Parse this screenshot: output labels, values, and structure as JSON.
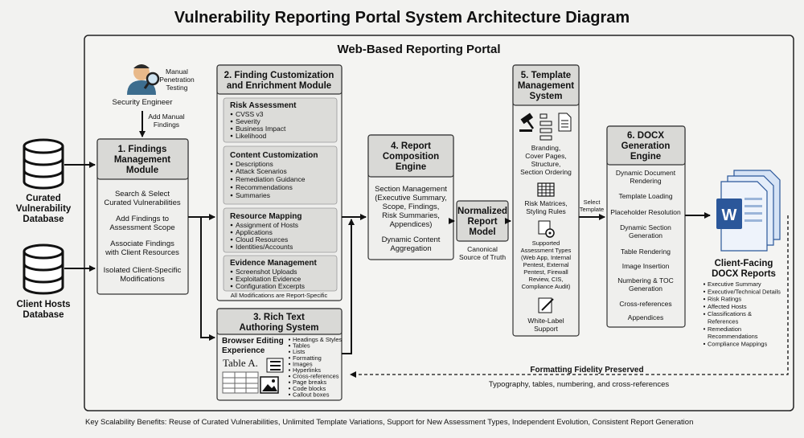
{
  "title": "Vulnerability Reporting Portal System Architecture Diagram",
  "portal": {
    "title": "Web-Based Reporting Portal"
  },
  "actor": {
    "label": "Security Engineer",
    "activity": [
      "Manual",
      "Penetration",
      "Testing"
    ],
    "arrow_label": [
      "Add Manual",
      "Findings"
    ]
  },
  "databases": [
    {
      "label": [
        "Curated",
        "Vulnerability",
        "Database"
      ]
    },
    {
      "label": [
        "Client Hosts",
        "Database"
      ]
    }
  ],
  "module1": {
    "title": [
      "1. Findings",
      "Management",
      "Module"
    ],
    "items": [
      [
        "Search & Select",
        "Curated Vulnerabilities"
      ],
      [
        "Add Findings to",
        "Assessment Scope"
      ],
      [
        "Associate Findings",
        "with Client Resources"
      ],
      [
        "Isolated Client-Specific",
        "Modifications"
      ]
    ]
  },
  "module2": {
    "title": [
      "2. Finding Customization",
      "and Enrichment Module"
    ],
    "sections": [
      {
        "title": "Risk Assessment",
        "items": [
          "CVSS v3",
          "Severity",
          "Business Impact",
          "Likelihood"
        ]
      },
      {
        "title": "Content Customization",
        "items": [
          "Descriptions",
          "Attack Scenarios",
          "Remediation Guidance",
          "Recommendations",
          "Summaries"
        ]
      },
      {
        "title": "Resource Mapping",
        "items": [
          "Assignment of Hosts",
          "Applications",
          "Cloud Resources",
          "Identities/Accounts"
        ]
      },
      {
        "title": "Evidence Management",
        "items": [
          "Screenshot Uploads",
          "Exploitation Evidence",
          "Configuration Excerpts"
        ]
      }
    ],
    "footer": "All Modifications are Report-Specific"
  },
  "module3": {
    "title": [
      "3. Rich Text",
      "Authoring System"
    ],
    "subtitle": [
      "Browser Editing",
      "Experience"
    ],
    "sample": "Table A.",
    "items": [
      "Headings & Styles",
      "Tables",
      "Lists",
      "Formatting",
      "Images",
      "Hyperlinks",
      "Cross-references",
      "Page breaks",
      "Code blocks",
      "Callout boxes"
    ]
  },
  "module4": {
    "title": [
      "4. Report",
      "Composition",
      "Engine"
    ],
    "items": [
      [
        "Section Management",
        "(Executive Summary,",
        "Scope, Findings,",
        "Risk Summaries,",
        "Appendices)"
      ],
      [
        "Dynamic Content",
        "Aggregation"
      ]
    ]
  },
  "model": {
    "title": [
      "Normalized",
      "Report",
      "Model"
    ],
    "caption": [
      "Canonical",
      "Source of Truth"
    ]
  },
  "module5": {
    "title": [
      "5. Template",
      "Management",
      "System"
    ],
    "items": [
      [
        "Branding,",
        "Cover Pages,",
        "Structure,",
        "Section Ordering"
      ],
      [
        "Risk Matrices,",
        "Styling Rules"
      ],
      [
        "Supported",
        "Assessment Types",
        "(Web App, Internal",
        "Pentest, External",
        "Pentest, Firewall",
        "Review, CIS,",
        "Compliance Audit)"
      ],
      [
        "White-Label",
        "Support"
      ]
    ],
    "arrow_label": [
      "Select",
      "Template"
    ]
  },
  "module6": {
    "title": [
      "6. DOCX",
      "Generation",
      "Engine"
    ],
    "items": [
      [
        "Dynamic Document",
        "Rendering"
      ],
      [
        "Template Loading"
      ],
      [
        "Placeholder Resolution"
      ],
      [
        "Dynamic Section",
        "Generation"
      ],
      [
        "Table Rendering"
      ],
      [
        "Image Insertion"
      ],
      [
        "Numbering & TOC",
        "Generation"
      ],
      [
        "Cross-references"
      ],
      [
        "Appendices"
      ]
    ]
  },
  "output": {
    "title": [
      "Client-Facing",
      "DOCX Reports"
    ],
    "items": [
      "Executive Summary",
      "Executive/Technical Details",
      "Risk Ratings",
      "Affected Hosts",
      "Classifications &",
      "References",
      "Remediation",
      "Recommendations",
      "Compliance Mappings"
    ]
  },
  "feedback": {
    "title": "Formatting Fidelity Preserved",
    "caption": "Typography, tables, numbering, and cross-references"
  },
  "footer": "Key Scalability Benefits: Reuse of Curated Vulnerabilities, Unlimited Template Variations, Support for New Assessment Types, Independent Evolution, Consistent Report Generation",
  "colors": {
    "word_blue": "#2b579a",
    "doc_blue": "#d6e3f5"
  }
}
